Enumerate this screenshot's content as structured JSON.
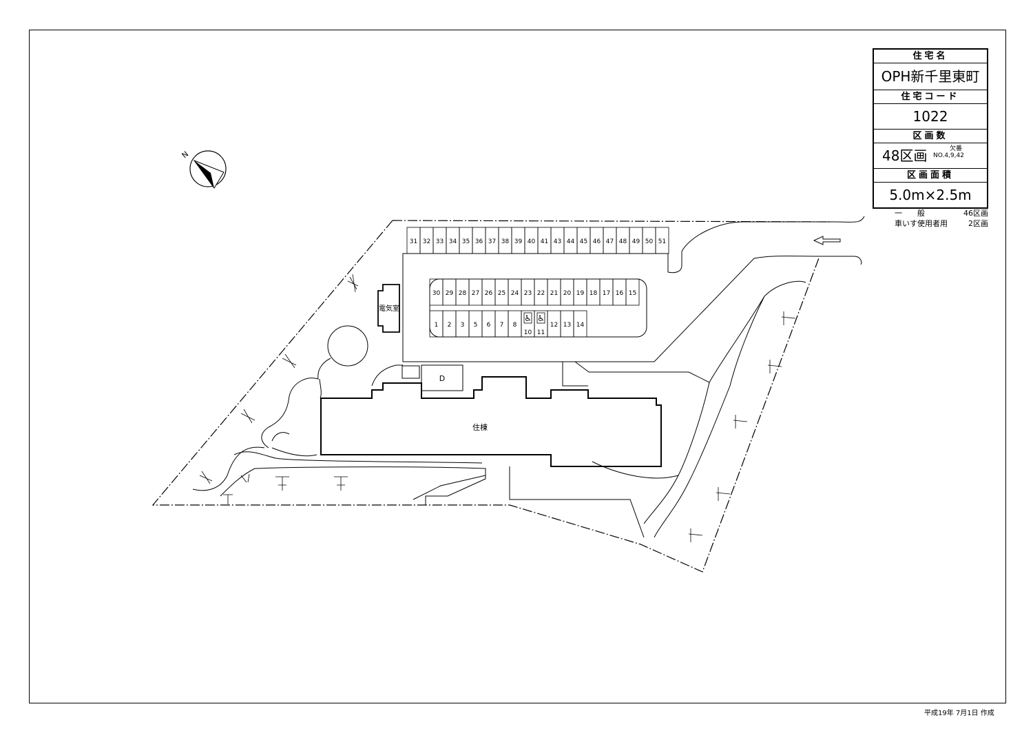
{
  "info_table": {
    "name_label": "住宅名",
    "name_value": "OPH新千里東町",
    "code_label": "住宅コード",
    "code_value": "1022",
    "lots_label": "区画数",
    "lots_value": "48区画",
    "missing_label": "欠番",
    "missing_value": "NO.4,9,42",
    "size_label": "区画面積",
    "size_value": "5.0m×2.5m"
  },
  "usage": [
    {
      "label": "一　　般",
      "count": "46区画"
    },
    {
      "label": "車いす使用者用",
      "count": "2区画"
    }
  ],
  "compass": {
    "label": "N"
  },
  "labels": {
    "electric_room": "電気室",
    "dumpster": "D",
    "building": "住棟"
  },
  "parking": {
    "top_row": [
      "31",
      "32",
      "33",
      "34",
      "35",
      "36",
      "37",
      "38",
      "39",
      "40",
      "41",
      "43",
      "44",
      "45",
      "46",
      "47",
      "48",
      "49",
      "50",
      "51"
    ],
    "middle_row": [
      "30",
      "29",
      "28",
      "27",
      "26",
      "25",
      "24",
      "23",
      "22",
      "21",
      "20",
      "19",
      "18",
      "17",
      "16",
      "15"
    ],
    "bottom_row": [
      "1",
      "2",
      "3",
      "5",
      "6",
      "7",
      "8",
      "",
      "",
      "12",
      "13",
      "14"
    ],
    "accessible": [
      "10",
      "11"
    ]
  },
  "footer": {
    "date": "平成19年 7月1日 作成"
  }
}
